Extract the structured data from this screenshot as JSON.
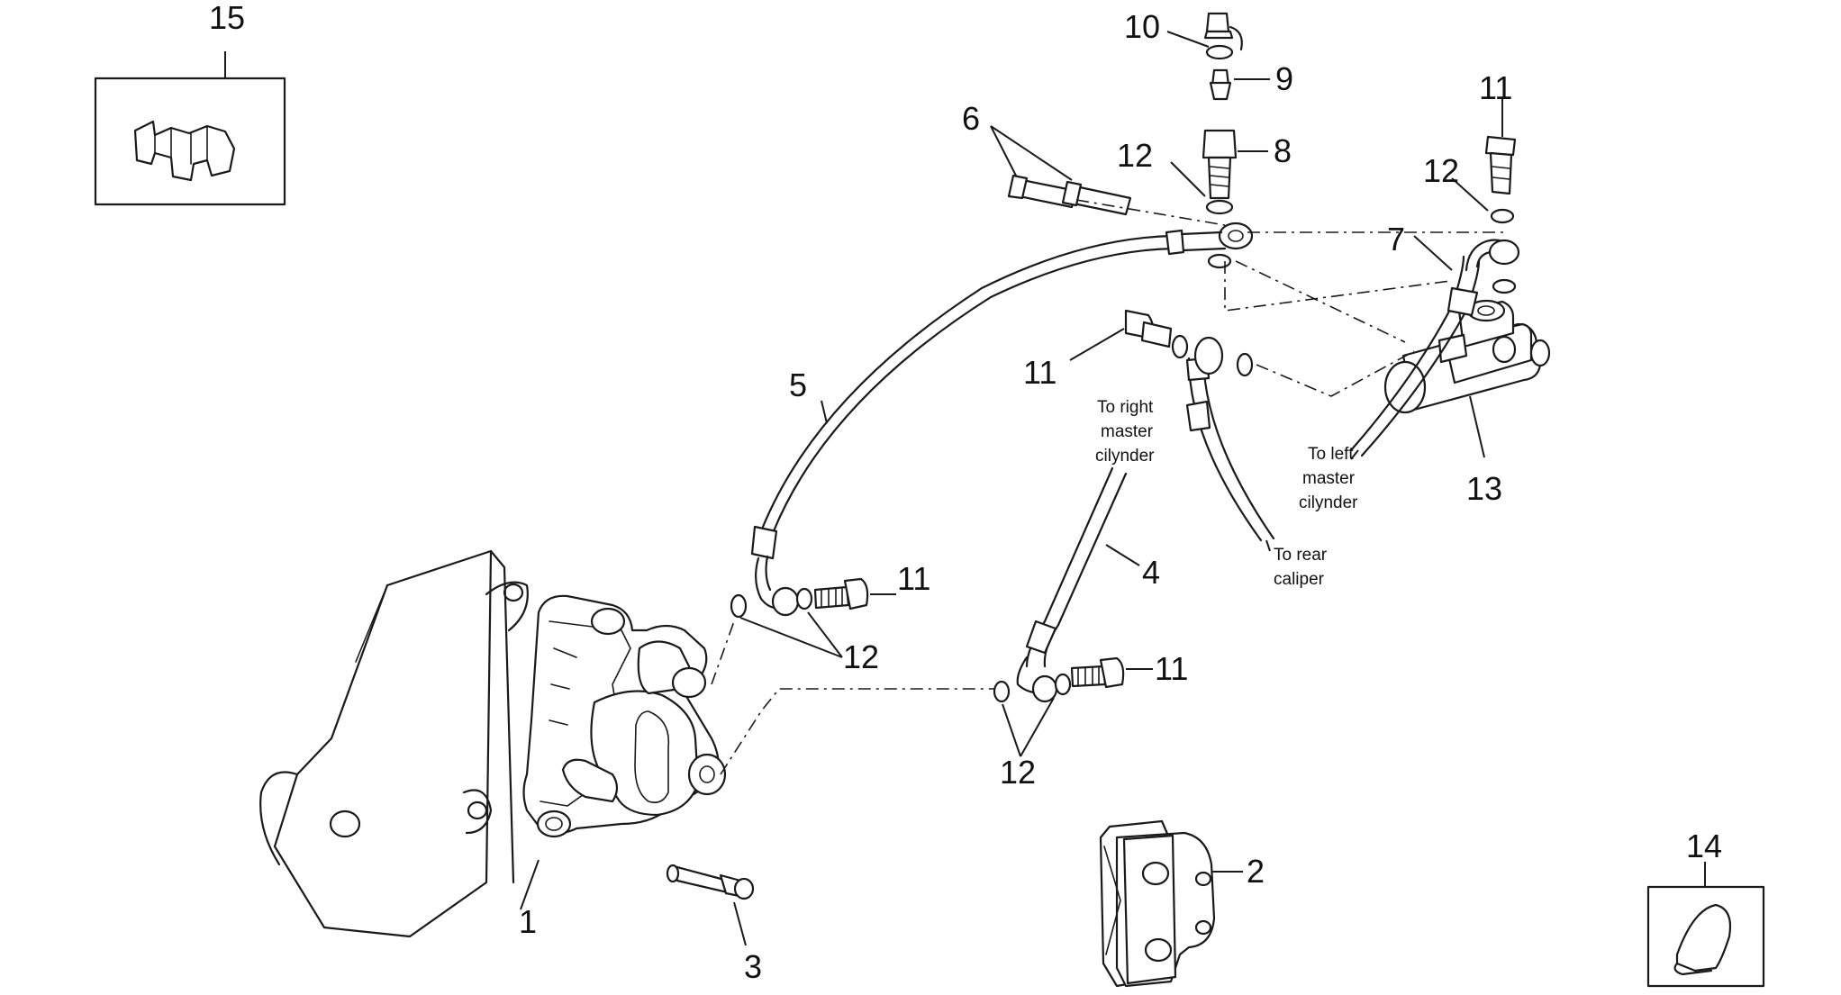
{
  "callouts": {
    "c1": "1",
    "c2": "2",
    "c3": "3",
    "c4": "4",
    "c5": "5",
    "c6": "6",
    "c7": "7",
    "c8": "8",
    "c9": "9",
    "c10": "10",
    "c11a": "11",
    "c11b": "11",
    "c11c": "11",
    "c11d": "11",
    "c12a": "12",
    "c12b": "12",
    "c12c": "12",
    "c12d": "12",
    "c13": "13",
    "c14": "14",
    "c15": "15"
  },
  "notes": {
    "right_master": [
      "To right",
      "master",
      "cilynder"
    ],
    "left_master": [
      "To left",
      "master",
      "cilynder"
    ],
    "rear_caliper": [
      "To rear",
      "caliper"
    ]
  },
  "colors": {
    "line": "#1a1a1a",
    "background": "#ffffff",
    "shade": "#d9d9d9"
  }
}
